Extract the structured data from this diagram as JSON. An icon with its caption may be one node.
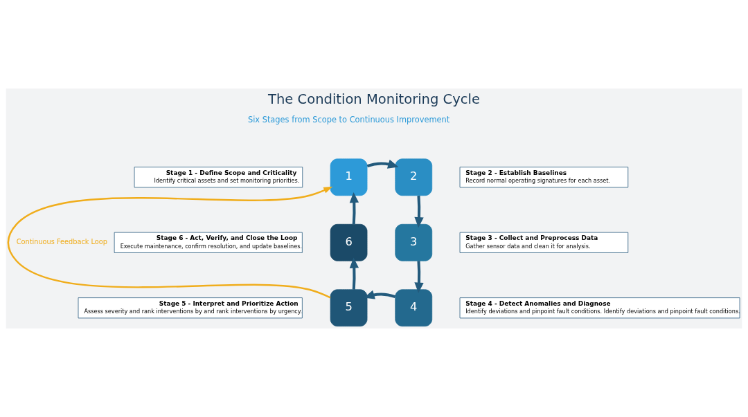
{
  "diagram": {
    "title": "The Condition Monitoring Cycle",
    "nodes": [
      {
        "text": [
          "Stage 1 - Define Scope and Criticality",
          "Identify critical assets and set monitoring priorities."
        ]
      },
      {
        "text": [
          "1"
        ]
      },
      {
        "text": [
          "2"
        ]
      },
      {
        "text": [
          "Stage 2 - Establish Baselines",
          "Record normal operating signatures for each asset."
        ]
      },
      {
        "text": [
          "Stage 6 - Act, Verify, and Close the Loop",
          "Execute maintenance, confirm resolution, and update baselines."
        ]
      },
      {
        "text": [
          "6"
        ]
      },
      {
        "text": [
          "3"
        ]
      },
      {
        "text": [
          "Stage 3 - Collect and Preprocess Data",
          "Gather sensor data and clean it for analysis."
        ]
      },
      {
        "text": [
          "Stage 5 - Interpret and Prioritize Action",
          "Assess severity and rank interventions by and rank interventions by urgency."
        ]
      },
      {
        "text": [
          "5"
        ]
      },
      {
        "text": [
          "4"
        ]
      },
      {
        "text": [
          "Stage 4 - Detect Anomalies and Diagnose",
          "Identify deviations and pinpoint fault conditions. Identify deviations and pinpoint fault conditions."
        ]
      }
    ],
    "edges": [
      {
        "from": 1,
        "to": 2,
        "arrow": "to"
      },
      {
        "from": 2,
        "to": 6,
        "arrow": "to"
      },
      {
        "from": 6,
        "to": 10,
        "arrow": "to"
      },
      {
        "from": 10,
        "to": 9,
        "arrow": "to"
      },
      {
        "from": 9,
        "to": 5,
        "arrow": "to"
      },
      {
        "from": 5,
        "to": 1,
        "arrow": "to"
      },
      {
        "from": 9,
        "to": 1,
        "arrow": "to",
        "label": "Continuous Feedback Loop",
        "color": "#f0ad1c"
      }
    ],
    "labels": [
      "Six Stages from Scope to Continuous Improvement"
    ]
  }
}
